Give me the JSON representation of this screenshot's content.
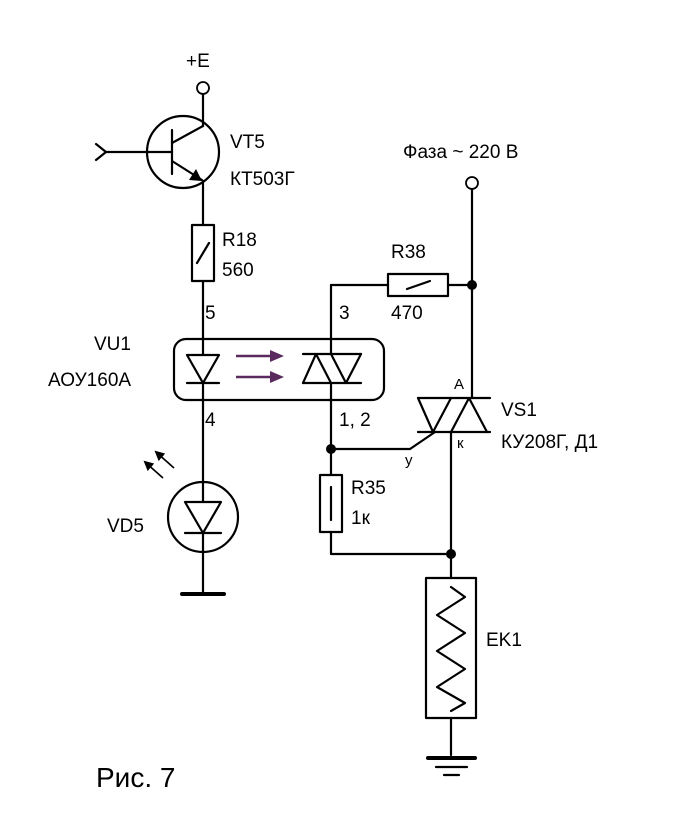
{
  "supply_label": "+E",
  "phase_label": "Фаза ~ 220 В",
  "components": {
    "vt5": {
      "ref": "VT5",
      "type": "КТ503Г"
    },
    "r18": {
      "ref": "R18",
      "value": "560"
    },
    "vu1": {
      "ref": "VU1",
      "type": "АОУ160А",
      "pin_top_left": "5",
      "pin_bottom_left": "4",
      "pin_top_right": "3",
      "pin_bottom_right": "1, 2"
    },
    "r38": {
      "ref": "R38",
      "value": "470"
    },
    "vs1": {
      "ref": "VS1",
      "type": "КУ208Г, Д1",
      "anode": "А",
      "cathode": "к",
      "gate": "у"
    },
    "r35": {
      "ref": "R35",
      "value": "1к"
    },
    "vd5": {
      "ref": "VD5"
    },
    "ek1": {
      "ref": "EK1"
    }
  },
  "caption": "Рис. 7"
}
